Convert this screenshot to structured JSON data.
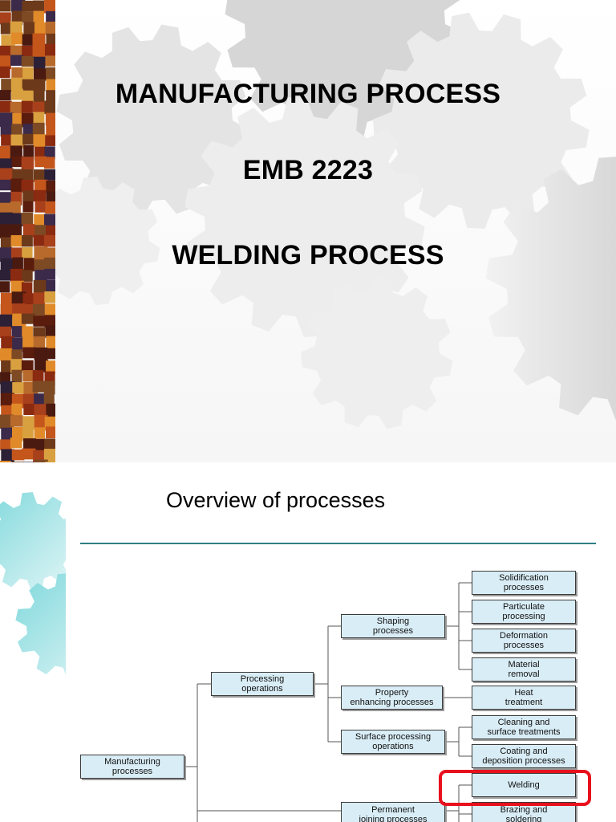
{
  "slide1": {
    "title": "MANUFACTURING PROCESS",
    "course_code": "EMB 2223",
    "subtitle": "WELDING PROCESS"
  },
  "slide2": {
    "title": "Overview of processes",
    "tree": {
      "root": "Manufacturing\nprocesses",
      "level1": [
        "Processing\noperations",
        "Permanent\njoining processes"
      ],
      "level2": [
        "Shaping\nprocesses",
        "Property\nenhancing processes",
        "Surface processing\noperations"
      ],
      "shaping_children": [
        "Solidification\nprocesses",
        "Particulate\nprocessing",
        "Deformation\nprocesses",
        "Material\nremoval"
      ],
      "property_children": [
        "Heat\ntreatment"
      ],
      "surface_children": [
        "Cleaning and\nsurface treatments",
        "Coating and\ndeposition processes"
      ],
      "joining_children": [
        "Welding",
        "Brazing and\nsoldering"
      ]
    },
    "highlight_color": "#e8101d",
    "box_fill": "#d9edf6"
  }
}
